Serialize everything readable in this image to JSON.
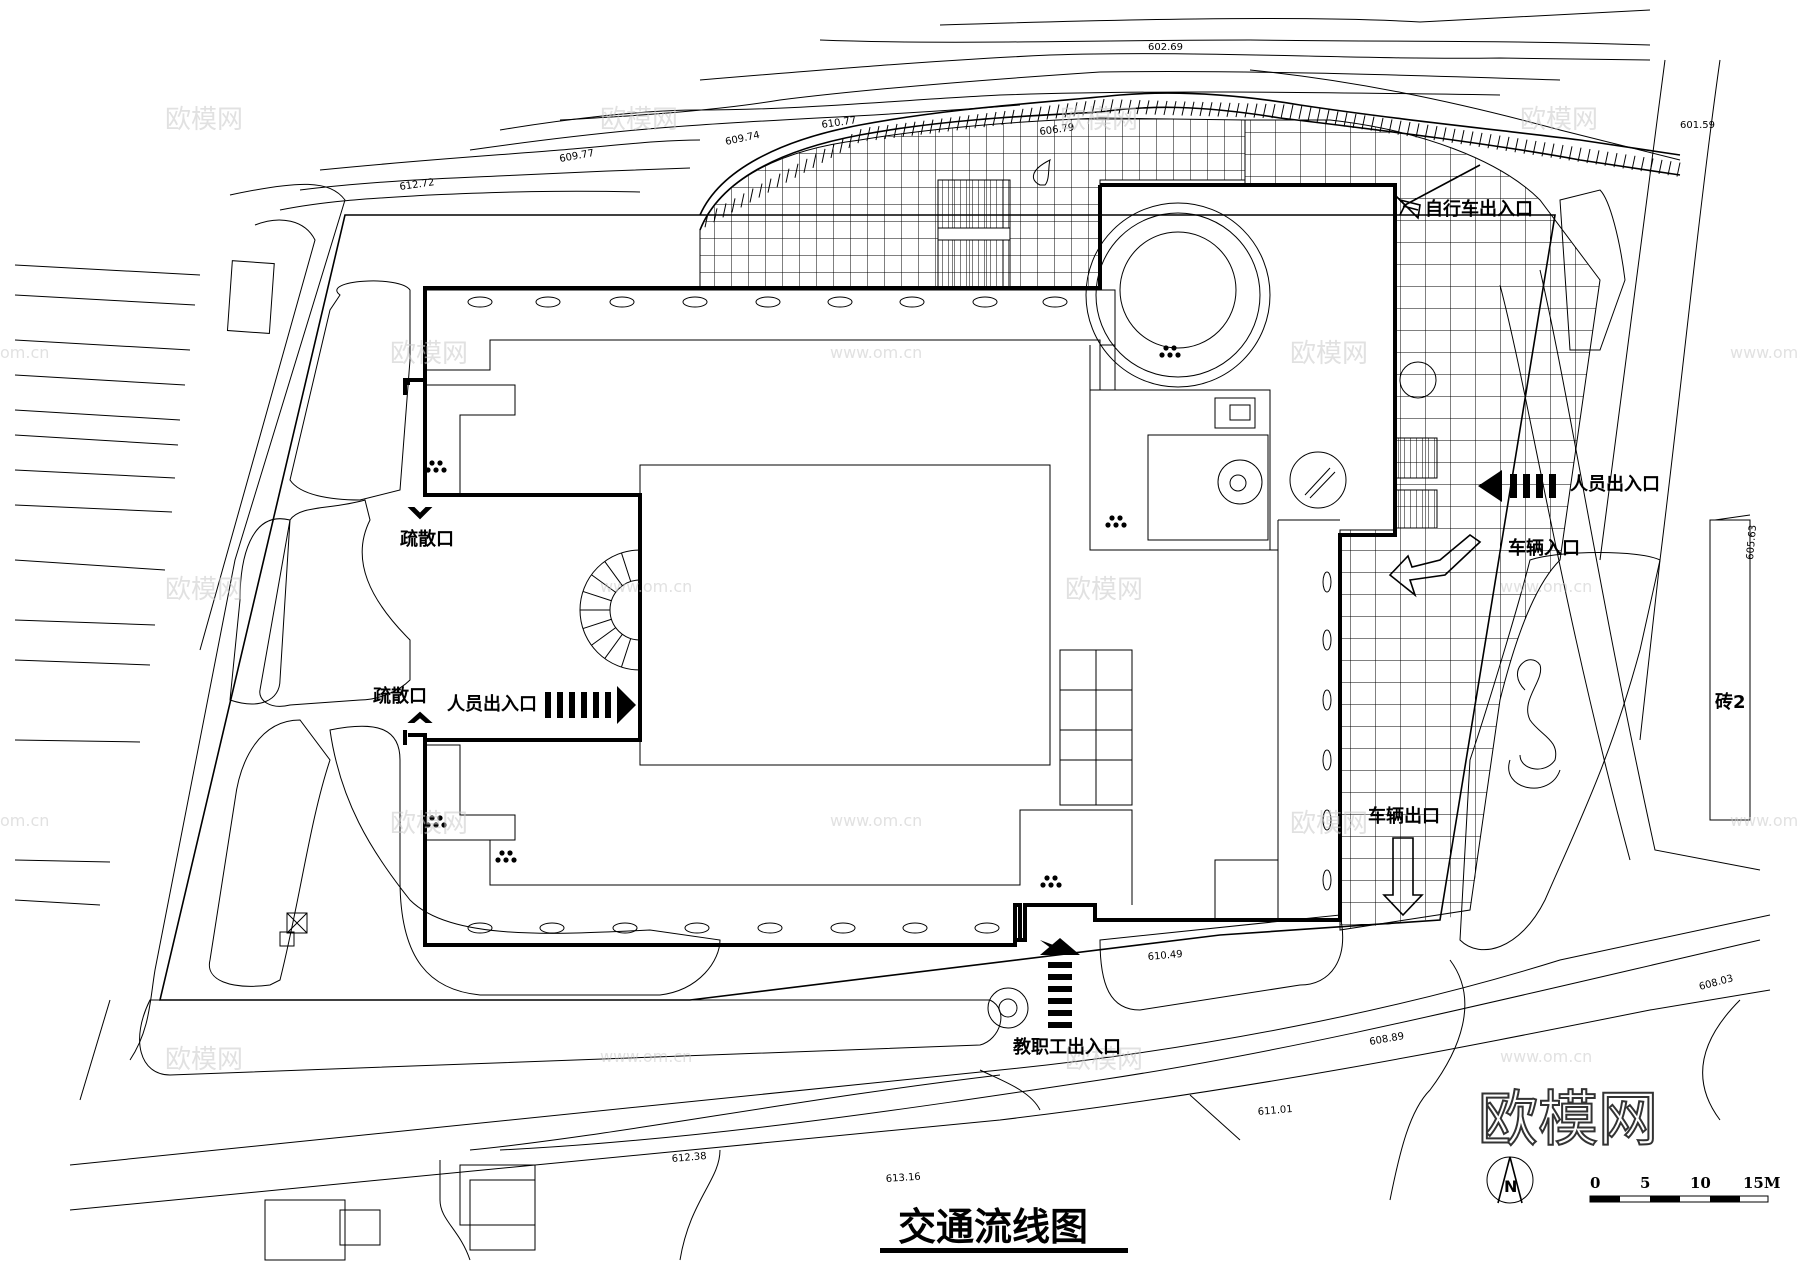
{
  "drawing": {
    "title": "交通流线图",
    "north_symbol": "N",
    "scale_labels": [
      "0",
      "5",
      "10",
      "15M"
    ]
  },
  "labels": {
    "bike_entrance": "自行车出入口",
    "people_entrance_east": "人员出入口",
    "vehicle_entrance": "车辆入口",
    "vehicle_exit": "车辆出口",
    "evacuation_north": "疏散口",
    "evacuation_south": "疏散口",
    "people_entrance_west": "人员出入口",
    "staff_entrance": "教职工出入口",
    "brick_building": "砖2"
  },
  "elevations": [
    "602.69",
    "601.59",
    "610.77",
    "606.79",
    "609.74",
    "609.77",
    "612.72",
    "605.63",
    "610.49",
    "608.03",
    "608.89",
    "611.01",
    "612.38",
    "613.16"
  ],
  "watermarks": {
    "brand": "欧模网",
    "url": "www.om.cn",
    "url_short": "om.cn"
  }
}
